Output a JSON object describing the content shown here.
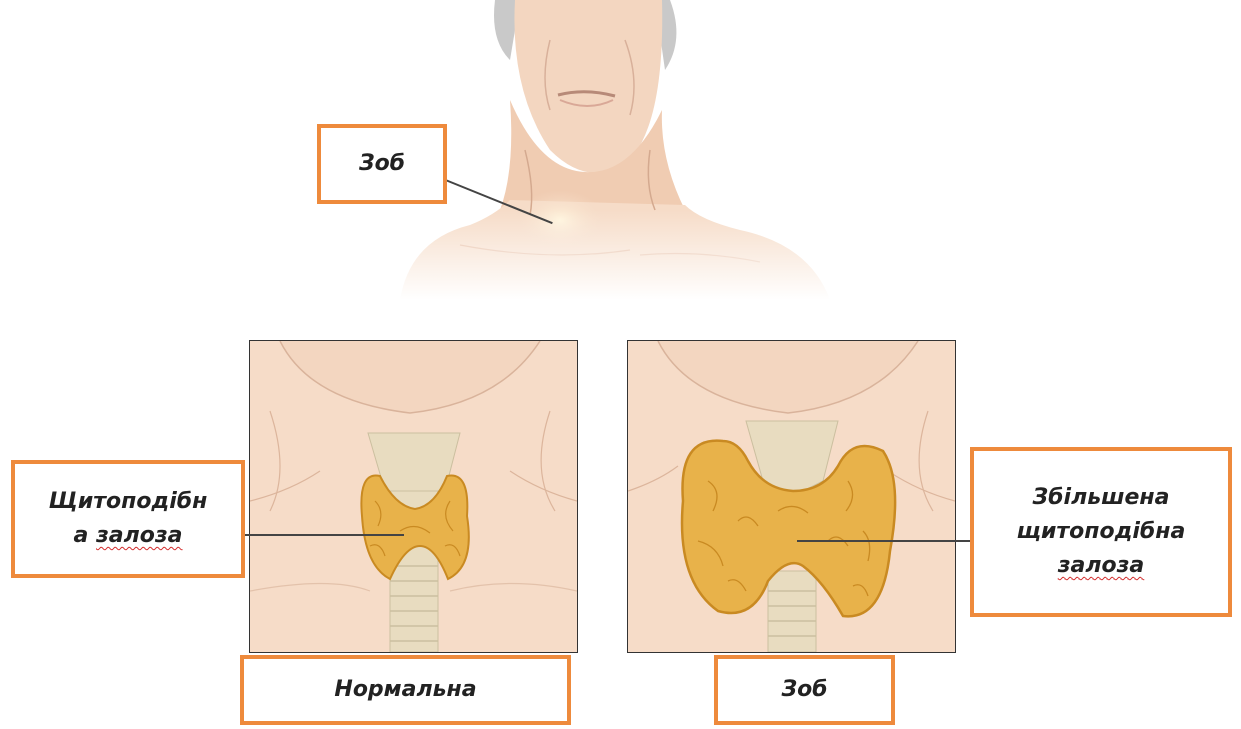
{
  "labels": {
    "goiter_top": "Зоб",
    "thyroid_line1": "Щитоподібн",
    "thyroid_line2": "а залоза",
    "normal": "Нормальна",
    "goiter_bottom": "Зоб",
    "enlarged_line1": "Збільшена",
    "enlarged_line2": "щитоподібна",
    "enlarged_line3": "залоза"
  },
  "colors": {
    "label_border": "#ee8a3c",
    "skin": "#f6dcc8",
    "skin_shadow": "#e9c3a6",
    "thyroid": "#e8b24a",
    "thyroid_dark": "#c98a22",
    "trachea": "#e8dcc0",
    "misspell_underline": "#d32a2a"
  }
}
